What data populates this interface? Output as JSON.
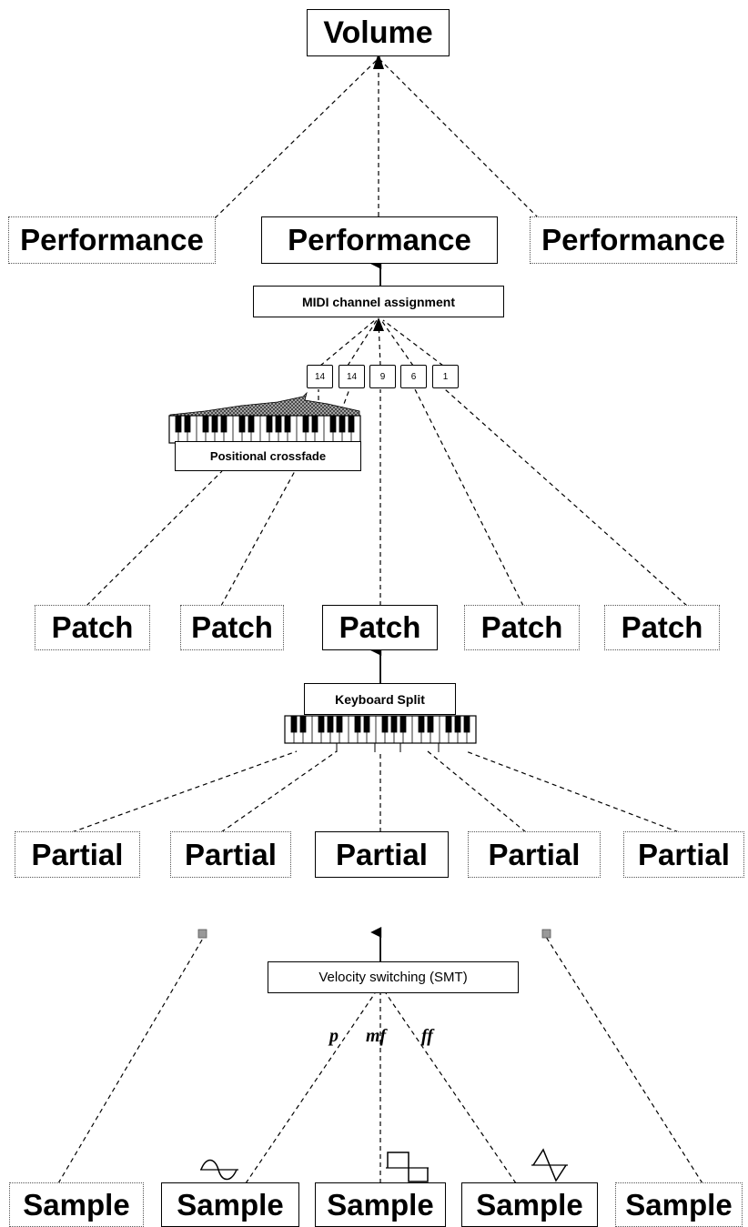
{
  "volume": {
    "label": "Volume"
  },
  "performances": [
    "Performance",
    "Performance",
    "Performance"
  ],
  "midi": {
    "label": "MIDI channel assignment",
    "channels": [
      "14",
      "14",
      "9",
      "6",
      "1"
    ]
  },
  "crossfade": {
    "label": "Positional crossfade"
  },
  "patches": [
    "Patch",
    "Patch",
    "Patch",
    "Patch",
    "Patch"
  ],
  "split": {
    "label": "Keyboard Split"
  },
  "partials": [
    "Partial",
    "Partial",
    "Partial",
    "Partial",
    "Partial"
  ],
  "velocity": {
    "label": "Velocity switching (SMT)",
    "dynamics": [
      "p",
      "mf",
      "ff"
    ]
  },
  "samples": [
    "Sample",
    "Sample",
    "Sample",
    "Sample",
    "Sample"
  ],
  "waveforms": [
    "sine-wave-icon",
    "square-wave-icon",
    "sawtooth-wave-icon"
  ]
}
